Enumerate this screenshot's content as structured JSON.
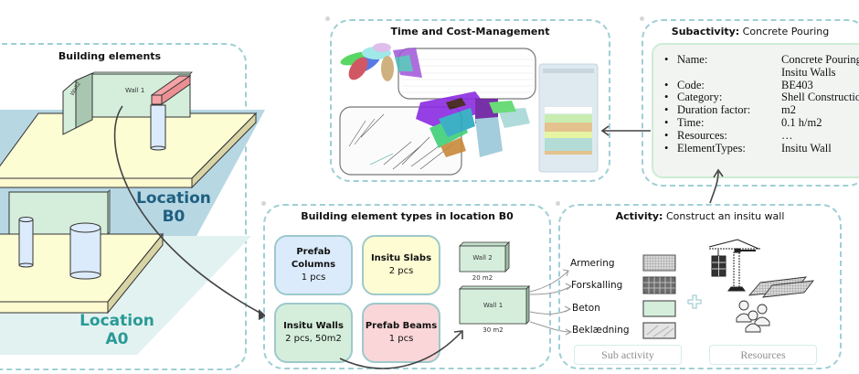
{
  "building_elements": {
    "title": "Building elements",
    "wall1_label": "Wall 1",
    "wall2_label": "Wall2",
    "locations": [
      {
        "line1": "Location",
        "line2": "B0",
        "color": "#1f5f80"
      },
      {
        "line1": "Location",
        "line2": "A0",
        "color": "#2a9a96"
      }
    ]
  },
  "time_cost": {
    "title": "Time and Cost-Management"
  },
  "subactivity": {
    "title_bold": "Subactivity:",
    "title_rest": " Concrete Pouring",
    "fields": [
      {
        "key": "Name:",
        "value": "Concrete Pouring"
      },
      {
        "key": "",
        "value": "Insitu Walls"
      },
      {
        "key": "Code:",
        "value": "BE403"
      },
      {
        "key": "Category:",
        "value": "Shell Construction"
      },
      {
        "key": "Duration factor:",
        "value": "m2"
      },
      {
        "key": "Time:",
        "value": "0.1 h/m2"
      },
      {
        "key": "Resources:",
        "value": "…"
      },
      {
        "key": "ElementTypes:",
        "value": "Insitu Wall"
      }
    ]
  },
  "element_types": {
    "title": "Building element types in location B0",
    "cards": [
      {
        "name": "Prefab Columns",
        "qty": "1 pcs",
        "color": "#dcebfb"
      },
      {
        "name": "Insitu Slabs",
        "qty": "2 pcs",
        "color": "#fdfcd2"
      },
      {
        "name": "Insitu Walls",
        "qty": "2 pcs, 50m2",
        "color": "#d5eedb"
      },
      {
        "name": "Prefab Beams",
        "qty": "1 pcs",
        "color": "#fad6d8"
      }
    ],
    "walls": [
      {
        "label": "Wall 2",
        "area": "20 m2"
      },
      {
        "label": "Wall 1",
        "area": "30 m2"
      }
    ]
  },
  "activity": {
    "title_bold": "Activity:",
    "title_rest": " Construct an insitu wall",
    "sub_activities": [
      "Armering",
      "Forskalling",
      "Beton",
      "Beklædning"
    ],
    "legend": {
      "sub_activity": "Sub activity",
      "resources": "Resources"
    }
  }
}
